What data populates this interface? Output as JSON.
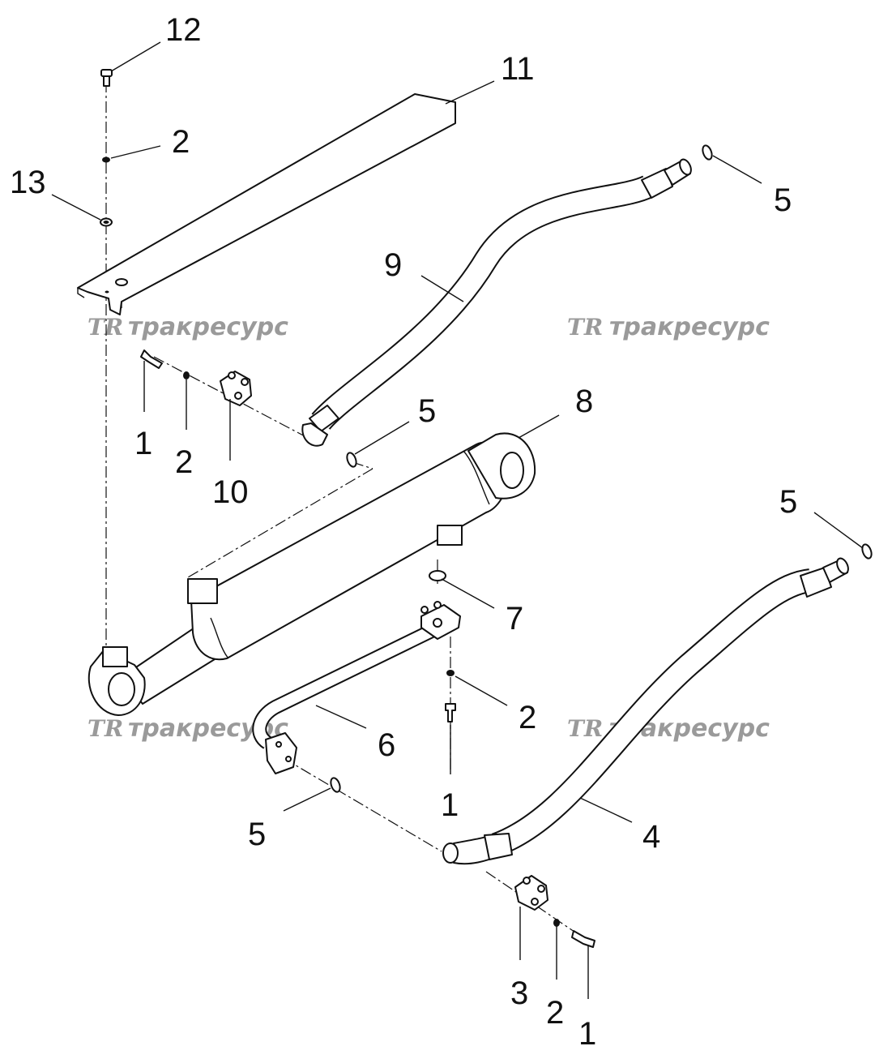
{
  "callouts": {
    "c12": "12",
    "c11": "11",
    "c2a": "2",
    "c13": "13",
    "c5a": "5",
    "c9": "9",
    "c1a": "1",
    "c2b": "2",
    "c10": "10",
    "c5b": "5",
    "c8": "8",
    "c5c": "5",
    "c7": "7",
    "c2c": "2",
    "c6": "6",
    "c1b": "1",
    "c5d": "5",
    "c4": "4",
    "c3": "3",
    "c2d": "2",
    "c1c": "1"
  },
  "watermark": {
    "logo": "TR",
    "text": "тракресурс"
  }
}
